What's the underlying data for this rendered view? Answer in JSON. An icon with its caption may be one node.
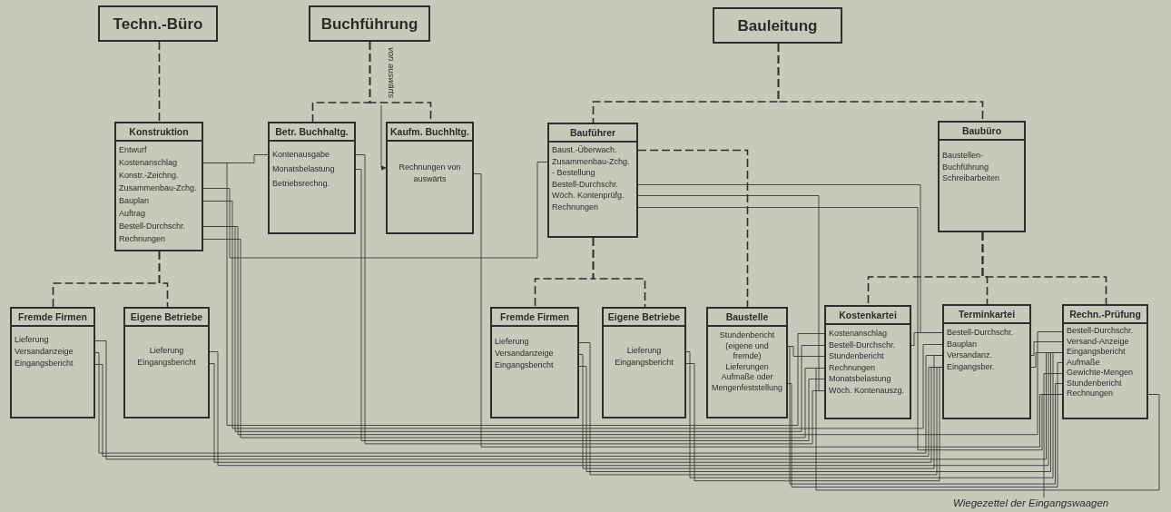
{
  "diagram": {
    "nodes": [
      {
        "text": [
          "Techn.-Büro"
        ]
      },
      {
        "text": [
          "Buchführung"
        ]
      },
      {
        "text": [
          "Bauleitung"
        ]
      },
      {
        "text": [
          "Konstruktion",
          "Entwurf",
          "Kostenanschlag",
          "Konstr.-Zeichng.",
          "Zusammenbau-Zchg.",
          "Bauplan",
          "Auftrag",
          "Bestell-Durchschr.",
          "Rechnungen"
        ]
      },
      {
        "text": [
          "Betr. Buchhaltg.",
          "Kontenausgabe",
          "Monatsbelastung",
          "Betriebsrechng."
        ]
      },
      {
        "text": [
          "Kaufm. Buchhltg.",
          "Rechnungen von auswärts"
        ]
      },
      {
        "text": [
          "Bauführer",
          "Baust.-Überwach.",
          "Zusammenbau-Zchg.",
          "- Bestellung",
          "Bestell-Durchschr.",
          "Wöch. Kontenprüfg.",
          "Rechnungen"
        ]
      },
      {
        "text": [
          "Baubüro",
          "Baustellen-Buchführung",
          "Schreibarbeiten"
        ]
      },
      {
        "text": [
          "Fremde Firmen",
          "Lieferung",
          "Versandanzeige",
          "Eingangsbericht"
        ]
      },
      {
        "text": [
          "Eigene Betriebe",
          "Lieferung",
          "Eingangsbericht"
        ]
      },
      {
        "text": [
          "Fremde Firmen",
          "Lieferung",
          "Versandanzeige",
          "Eingangsbericht"
        ]
      },
      {
        "text": [
          "Eigene Betriebe",
          "Lieferung",
          "Eingangsbericht"
        ]
      },
      {
        "text": [
          "Baustelle",
          "Stundenbericht (eigene und fremde)",
          "Lieferungen",
          "Aufmaße oder Mengenfeststellung"
        ]
      },
      {
        "text": [
          "Kostenkartei",
          "Kostenanschlag",
          "Bestell-Durchschr.",
          "Stundenbericht",
          "Rechnungen",
          "Monatsbelastung",
          "Wöch. Kontenauszg."
        ]
      },
      {
        "text": [
          "Terminkartei",
          "Bestell-Durchschr.",
          "Bauplan",
          "Versandanz.",
          "Eingangsber."
        ]
      },
      {
        "text": [
          "Rechn.-Prüfung",
          "Bestell-Durchschr.",
          "Versand-Anzeige",
          "Eingangsbericht",
          "Aufmaße",
          "Gewichte-Mengen",
          "Stundenbericht",
          "Rechnungen"
        ]
      },
      {
        "text": [
          "Wiegezettel der Eingangswaagen"
        ]
      }
    ],
    "edges": [
      {
        "from": 0,
        "to": 3,
        "arrow": "none",
        "style": "dashed"
      },
      {
        "from": 1,
        "to": 4,
        "arrow": "none",
        "style": "dashed"
      },
      {
        "from": 1,
        "to": 5,
        "arrow": "none",
        "style": "dashed"
      },
      {
        "from": 2,
        "to": 6,
        "arrow": "none",
        "style": "dashed"
      },
      {
        "from": 2,
        "to": 7,
        "arrow": "none",
        "style": "dashed"
      },
      {
        "from": 3,
        "to": 8,
        "arrow": "none",
        "style": "dashed"
      },
      {
        "from": 3,
        "to": 9,
        "arrow": "none",
        "style": "dashed"
      },
      {
        "from": 6,
        "to": 10,
        "arrow": "none",
        "style": "dashed"
      },
      {
        "from": 6,
        "to": 11,
        "arrow": "none",
        "style": "dashed"
      },
      {
        "from": 6,
        "to": 12,
        "arrow": "none",
        "style": "dashed"
      },
      {
        "from": 7,
        "to": 13,
        "arrow": "none",
        "style": "dashed"
      },
      {
        "from": 7,
        "to": 14,
        "arrow": "none",
        "style": "dashed"
      },
      {
        "from": 7,
        "to": 15,
        "arrow": "none",
        "style": "dashed"
      },
      {
        "from": null,
        "to": 5,
        "arrow": "to",
        "label": "von auswärts"
      },
      {
        "from": 3,
        "to": 4,
        "arrow": "none"
      },
      {
        "from": 3,
        "to": 13,
        "arrow": "none"
      },
      {
        "from": 3,
        "to": 6,
        "arrow": "none"
      },
      {
        "from": 3,
        "to": 14,
        "arrow": "none"
      },
      {
        "from": 3,
        "to": 13,
        "arrow": "none"
      },
      {
        "from": 3,
        "to": 15,
        "arrow": "none"
      },
      {
        "from": 3,
        "to": 13,
        "arrow": "none"
      },
      {
        "from": 4,
        "to": 13,
        "arrow": "none"
      },
      {
        "from": 4,
        "to": 13,
        "arrow": "none"
      },
      {
        "from": 5,
        "to": 15,
        "arrow": "none"
      },
      {
        "from": 6,
        "to": 14,
        "arrow": "none"
      },
      {
        "from": 6,
        "to": 13,
        "arrow": "none"
      },
      {
        "from": 6,
        "to": 15,
        "arrow": "none"
      },
      {
        "from": 8,
        "to": 14,
        "arrow": "none"
      },
      {
        "from": 8,
        "to": 14,
        "arrow": "none"
      },
      {
        "from": 8,
        "to": 15,
        "arrow": "none"
      },
      {
        "from": 9,
        "to": 14,
        "arrow": "none"
      },
      {
        "from": 9,
        "to": 15,
        "arrow": "none"
      },
      {
        "from": 10,
        "to": 14,
        "arrow": "none"
      },
      {
        "from": 10,
        "to": 15,
        "arrow": "none"
      },
      {
        "from": 10,
        "to": 14,
        "arrow": "none"
      },
      {
        "from": 11,
        "to": 15,
        "arrow": "none"
      },
      {
        "from": 11,
        "to": 14,
        "arrow": "none"
      },
      {
        "from": 12,
        "to": 13,
        "arrow": "none"
      },
      {
        "from": 12,
        "to": 15,
        "arrow": "none"
      },
      {
        "from": 12,
        "to": 15,
        "arrow": "none"
      },
      {
        "from": 13,
        "to": 14,
        "arrow": "none"
      },
      {
        "from": 14,
        "to": 15,
        "arrow": "none"
      },
      {
        "from": 14,
        "to": 15,
        "arrow": "none"
      },
      {
        "from": 15,
        "to": 13,
        "arrow": "none"
      },
      {
        "from": 16,
        "to": 15,
        "arrow": "none"
      }
    ]
  }
}
